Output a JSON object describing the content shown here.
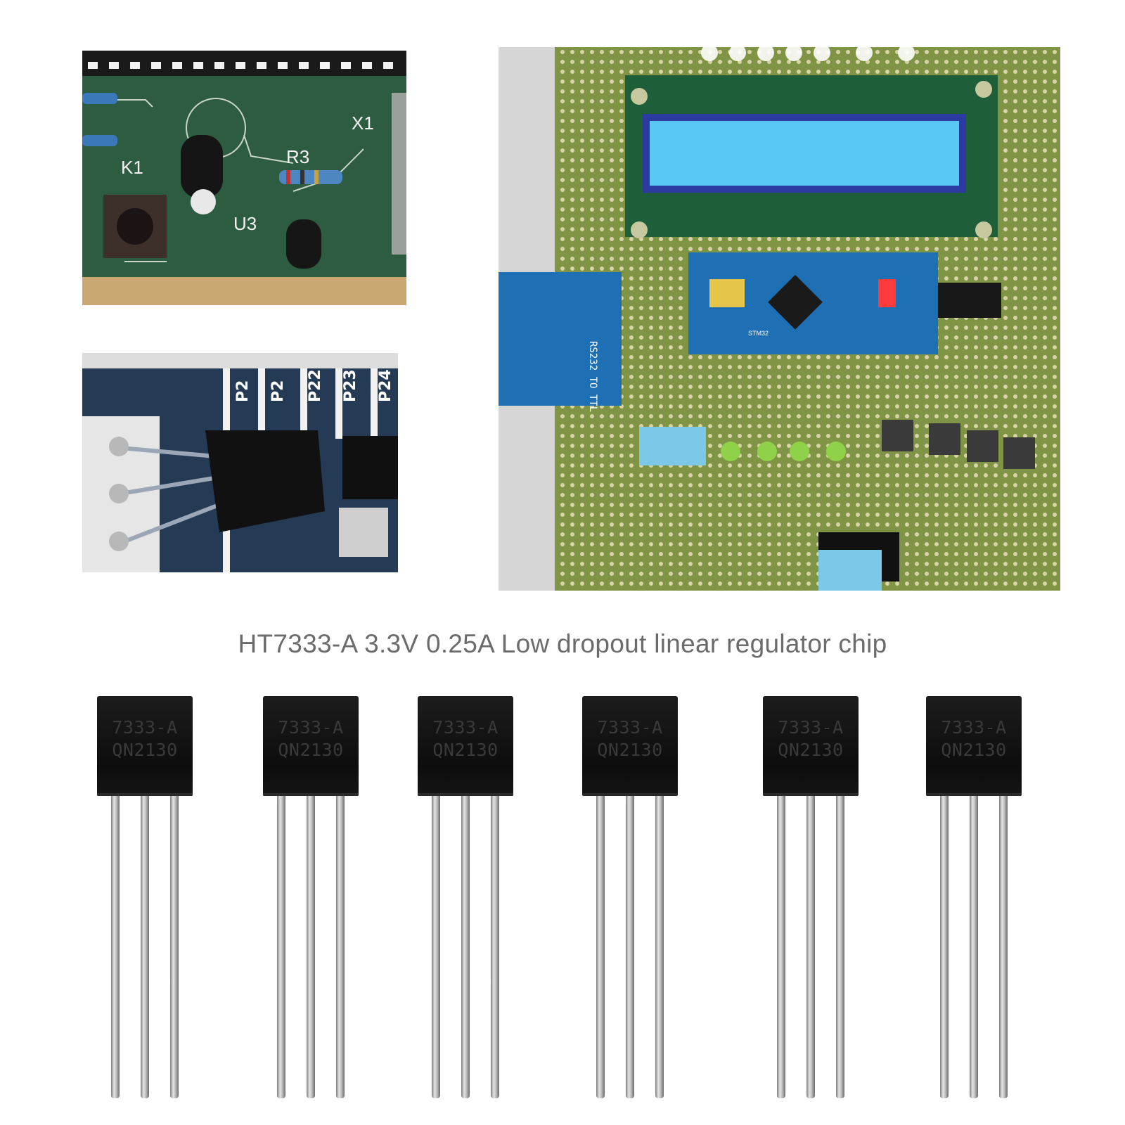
{
  "caption": "HT7333-A 3.3V 0.25A Low dropout linear regulator chip",
  "photos": {
    "pcb_closeup": {
      "silkscreen": [
        "K1",
        "R3",
        "U3",
        "X1"
      ]
    },
    "regulator_closeup": {
      "silkscreen": [
        "P2",
        "P2",
        "P22",
        "P23",
        "P24"
      ]
    },
    "breadboard": {
      "module_label": "RS232 TO TTL",
      "board_label": "STM32"
    }
  },
  "chips": [
    {
      "line1": "7333-A",
      "line2": "QN2130"
    },
    {
      "line1": "7333-A",
      "line2": "QN2130"
    },
    {
      "line1": "7333-A",
      "line2": "QN2130"
    },
    {
      "line1": "7333-A",
      "line2": "QN2130"
    },
    {
      "line1": "7333-A",
      "line2": "QN2130"
    },
    {
      "line1": "7333-A",
      "line2": "QN2130"
    }
  ],
  "colors": {
    "pcb_green": "#2f5a3c",
    "lcd_blue": "#5ac8f5",
    "module_blue": "#1f6fb5",
    "perfboard": "#8fa24a",
    "caption_text": "#6b6b6b"
  }
}
